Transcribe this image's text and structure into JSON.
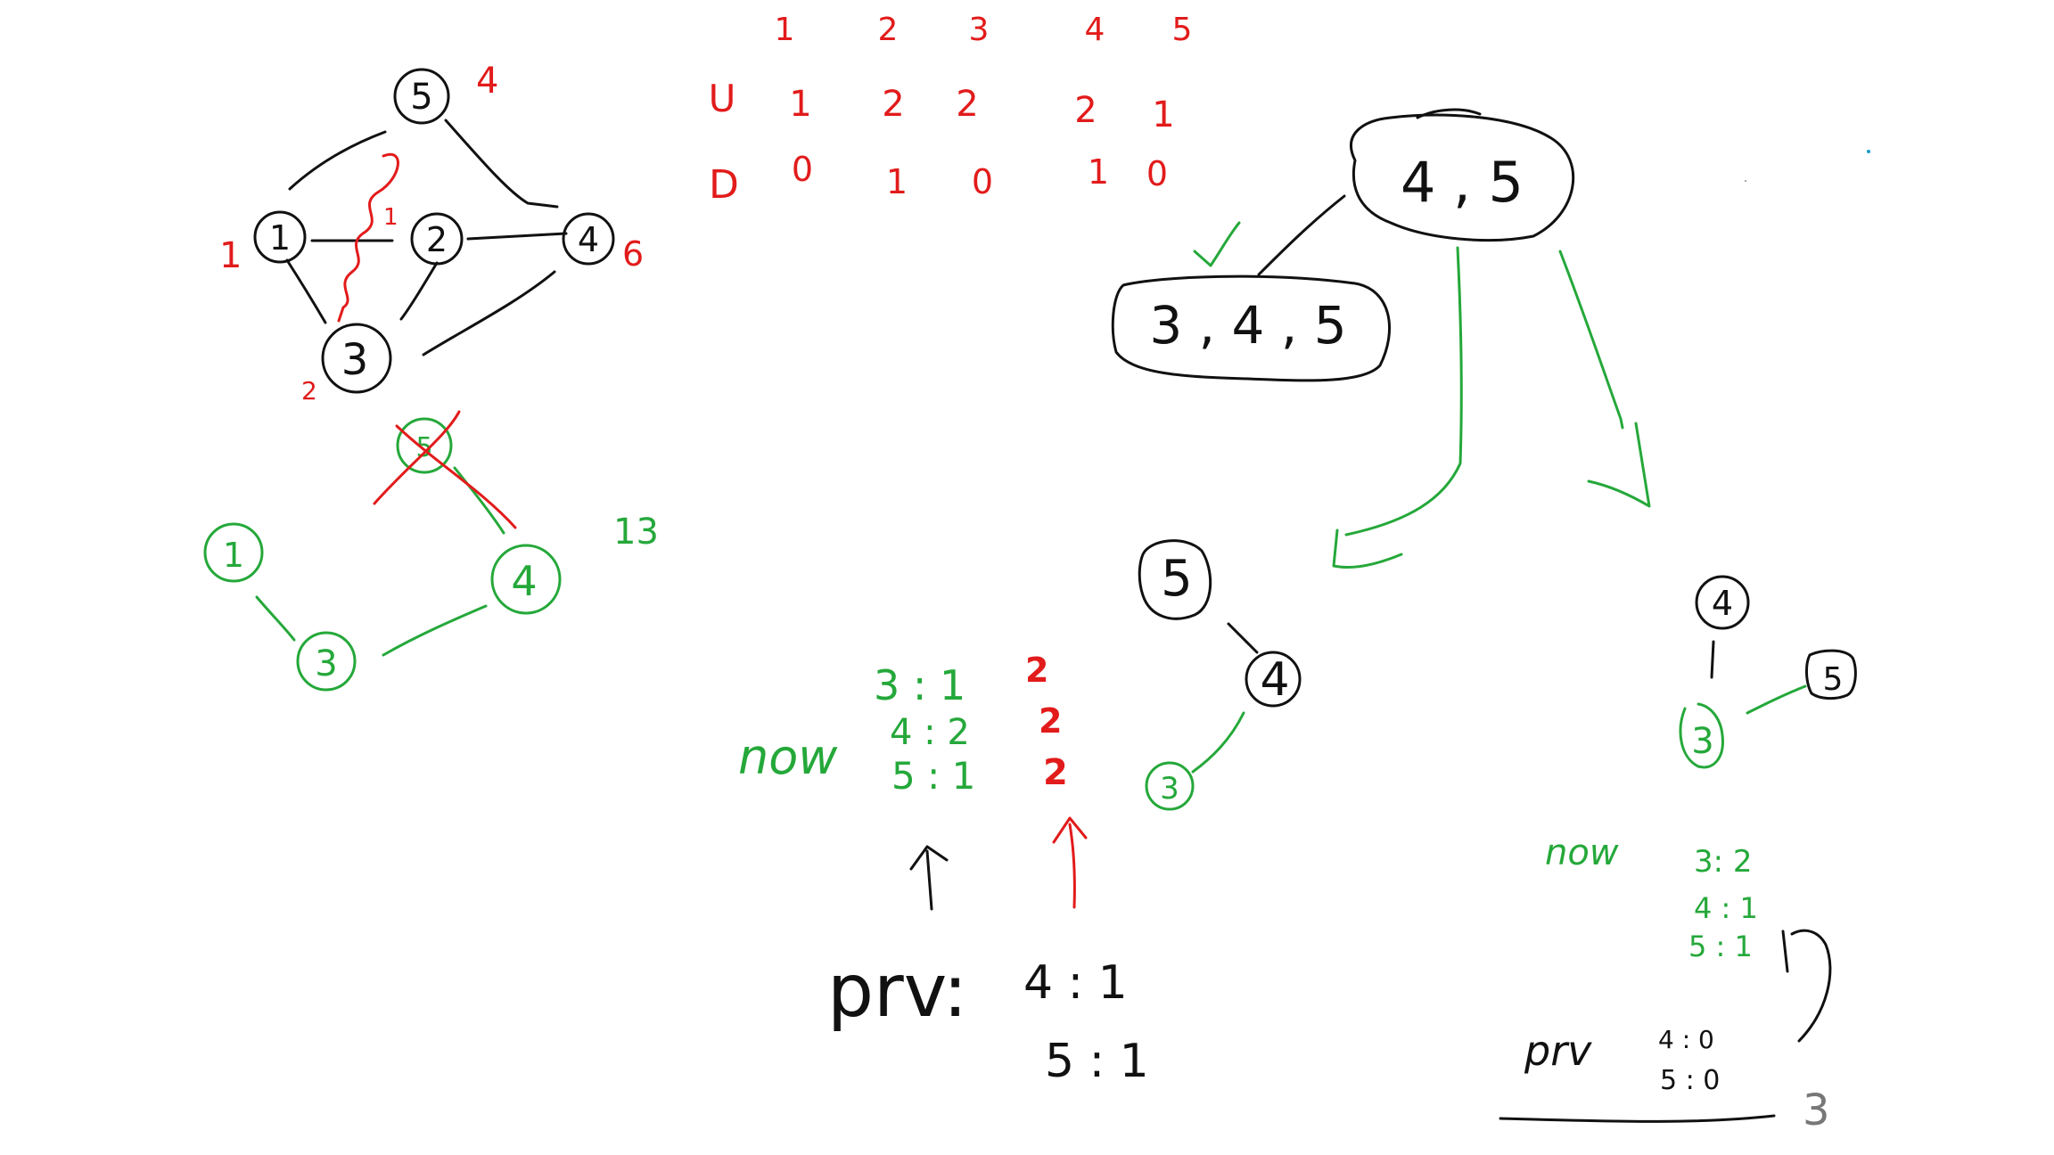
{
  "colors": {
    "ink": "#111111",
    "red": "#e21b1b",
    "green": "#25a83a"
  },
  "graph": {
    "nodes": [
      "5",
      "1",
      "2",
      "4",
      "3"
    ],
    "weights": {
      "n5": "4",
      "n1": "1",
      "n2": "1",
      "n4": "6",
      "n3": "2"
    }
  },
  "tree_graph": {
    "nodes": [
      "5",
      "1",
      "4",
      "3"
    ],
    "total": "13"
  },
  "table": {
    "headers": [
      "1",
      "2",
      "3",
      "4",
      "5"
    ],
    "row_u": {
      "label": "U",
      "values": [
        "1",
        "2",
        "2",
        "2",
        "1"
      ]
    },
    "row_d": {
      "label": "D",
      "values": [
        "0",
        "1",
        "0",
        "1",
        "0"
      ]
    }
  },
  "decision_tree": {
    "root": "4 , 5",
    "left": "3 , 4 , 5",
    "check": "✓",
    "middle_tree": {
      "top": "5",
      "mid": "4",
      "bottom": "3"
    },
    "right_tree": {
      "top": "4",
      "side": "5",
      "bottom": "3"
    }
  },
  "now_left": {
    "label": "now",
    "rows": [
      {
        "text": "3 : 1",
        "red": "2"
      },
      {
        "text": "4 : 2",
        "red": "2"
      },
      {
        "text": "5 : 1",
        "red": "2"
      }
    ]
  },
  "prv_left": {
    "label": "prv:",
    "rows": [
      "4 : 1",
      "5 : 1"
    ]
  },
  "now_right": {
    "label": "now",
    "rows": [
      "3: 2",
      "4 : 1",
      "5 : 1"
    ]
  },
  "prv_right": {
    "label": "prv",
    "rows": [
      "4 : 0",
      "5 : 0"
    ],
    "result": "3"
  }
}
